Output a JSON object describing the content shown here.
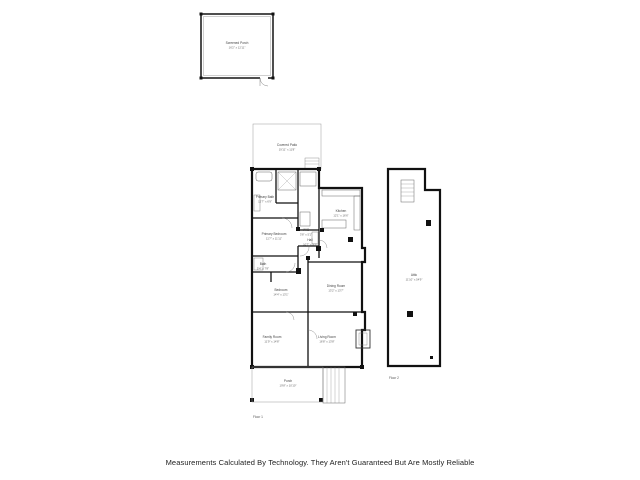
{
  "rooms": {
    "screened_porch": {
      "name": "Screened Porch",
      "dims": "16'2\" x 12'11\""
    },
    "covered_patio": {
      "name": "Covered Patio",
      "dims": "19'11\" x 11'8\""
    },
    "primary_bath": {
      "name": "Primary Bath",
      "dims": "12'7\" x 6'9\""
    },
    "kitchen": {
      "name": "Kitchen",
      "dims": "12'1\" x 16'6\""
    },
    "primary_bedroom": {
      "name": "Primary Bedroom",
      "dims": "11'7\" x 11'11\""
    },
    "wic": {
      "name": "WIC",
      "dims": "3'8\" x 5'1\""
    },
    "hall": {
      "name": "Hall",
      "dims": "10'7\" x 3'7\""
    },
    "bath": {
      "name": "Bath",
      "dims": "5'4\" x 7'8\""
    },
    "dining_room": {
      "name": "Dining Room",
      "dims": "13'2\" x 13'7\""
    },
    "bedroom": {
      "name": "Bedroom",
      "dims": "14'4\" x 13'1\""
    },
    "family_room": {
      "name": "Family Room",
      "dims": "11'9\" x 14'8\""
    },
    "living_room": {
      "name": "Living Room",
      "dims": "16'8\" x 13'8\""
    },
    "porch": {
      "name": "Porch",
      "dims": "19'8\" x 10'10\""
    },
    "attic": {
      "name": "Attic",
      "dims": "11'10\" x 54'9\""
    }
  },
  "floors": {
    "floor1": "Floor 1",
    "floor2": "Floor 2"
  },
  "disclaimer": "Measurements Calculated By Technology. They Aren't Guaranteed But Are Mostly Reliable"
}
